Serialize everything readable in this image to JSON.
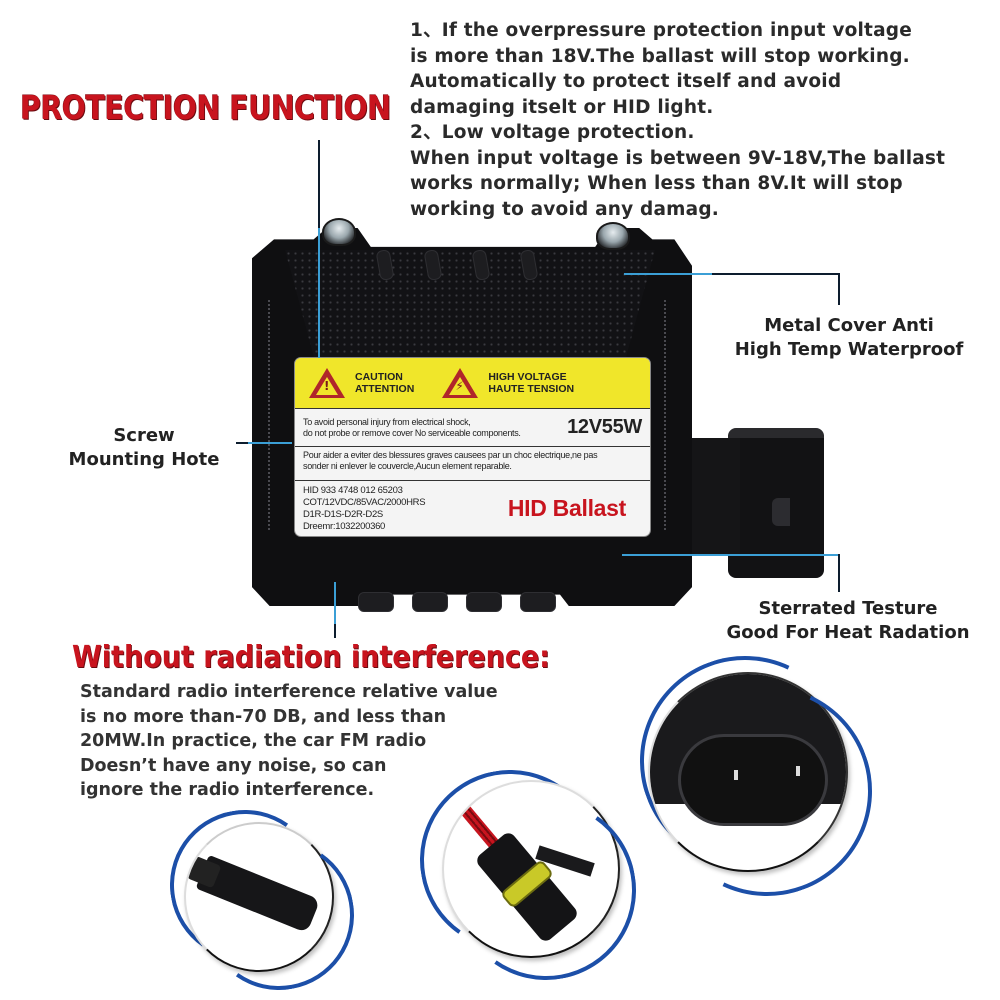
{
  "headline": {
    "protection": "PROTECTION FUNCTION",
    "radiation": "Without radiation interference:"
  },
  "protection_description": {
    "lines": [
      "1、If the overpressure protection input voltage",
      "is more than 18V.The ballast will stop working.",
      "Automatically to protect itself and avoid",
      "damaging itselt or HID light.",
      "2、Low voltage protection.",
      "When input voltage is between 9V-18V,The ballast",
      "works normally;  When less than 8V.It will stop",
      "working to avoid any damag."
    ]
  },
  "callouts": {
    "metal_cover": [
      "Metal Cover Anti",
      "High Temp Waterproof"
    ],
    "screw": [
      "Screw",
      "Mounting Hote"
    ],
    "serrated": [
      "Sterrated Testure",
      "Good For Heat Radation"
    ]
  },
  "radiation_description": {
    "lines": [
      "Standard radio interference relative value",
      "is no more than-70 DB,  and less than",
      "20MW.In practice,  the car FM radio",
      "Doesn’t have any noise, so can",
      "ignore the radio interference."
    ]
  },
  "sticker": {
    "caution": [
      "CAUTION",
      "ATTENTION"
    ],
    "high_voltage": [
      "HIGH VOLTAGE",
      "HAUTE TENSION"
    ],
    "warning_en": [
      "To avoid personal injury from electrical shock,",
      "do not probe or remove cover No serviceable components."
    ],
    "rating": "12V55W",
    "warning_fr": [
      "Pour aider a eviter des blessures graves causees par un choc electrique,ne pas",
      "sonder ni enlever le couvercle,Aucun element reparable."
    ],
    "specs": [
      "HID 933 4748 012 65203",
      "COT/12VDC/85VAC/2000HRS",
      "D1R-D1S-D2R-D2S",
      "Dreemr:1032200360"
    ],
    "product_name": "HID Ballast",
    "warning_glyph": "!",
    "voltage_glyph": "⚡"
  },
  "colors": {
    "headline_red": "#c8141e",
    "body_text": "#2a2a2a",
    "leader_blue": "#3b9fd6",
    "leader_dark": "#0d1d2e",
    "sticker_yellow": "#f0e62a",
    "arc_blue": "#1c4fa8"
  },
  "detail_images": [
    {
      "name": "bullet-connector",
      "description": "black plug connector"
    },
    {
      "name": "waterproof-connector",
      "description": "yellow ring connector with red wires"
    },
    {
      "name": "oval-plug-socket",
      "description": "two-pin oval socket"
    }
  ]
}
